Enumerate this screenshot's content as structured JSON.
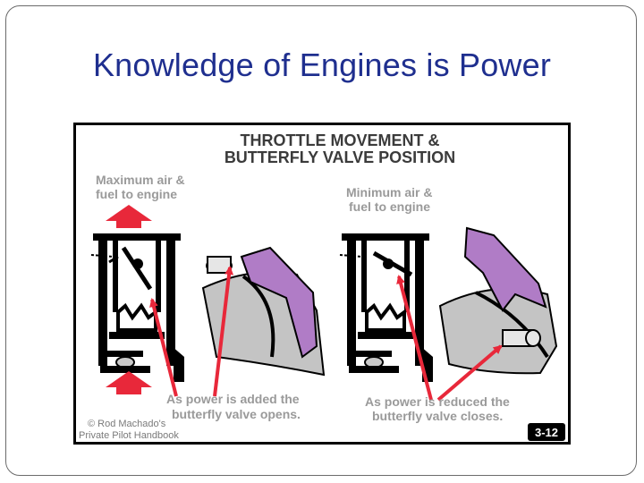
{
  "slide": {
    "title": "Knowledge of Engines is Power"
  },
  "figure": {
    "heading_line1": "THROTTLE MOVEMENT &",
    "heading_line2": "BUTTERFLY VALVE POSITION",
    "left_top_label_line1": "Maximum air &",
    "left_top_label_line2": "fuel to engine",
    "right_top_label_line1": "Minimum air &",
    "right_top_label_line2": "fuel to engine",
    "left_caption_line1": "As power is added the",
    "left_caption_line2": "butterfly valve opens.",
    "right_caption_line1": "As power is reduced the",
    "right_caption_line2": "butterfly valve closes.",
    "credit_line1": "© Rod Machado's",
    "credit_line2": "Private Pilot Handbook",
    "figure_number": "3-12",
    "colors": {
      "heading": "#3b3b3b",
      "label": "#9a9a9a",
      "caption": "#9a9a9a",
      "arrow_red": "#e8283a",
      "throttle_purple": "#b07cc6",
      "frame": "#000000"
    }
  }
}
